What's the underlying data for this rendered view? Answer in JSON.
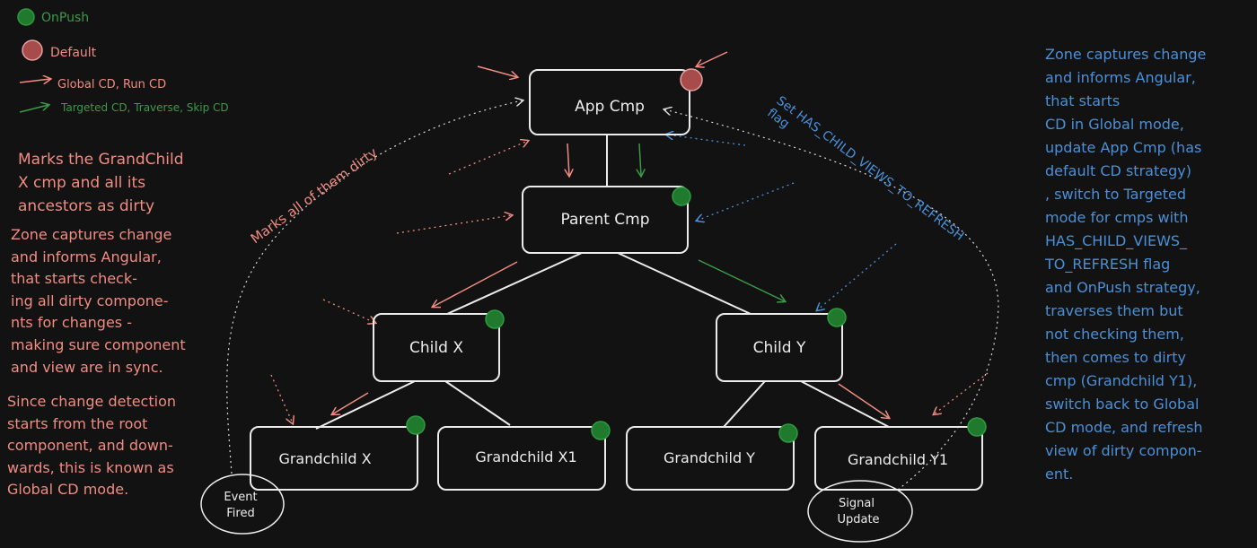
{
  "legend": {
    "onpush": {
      "label": "OnPush",
      "color": "#1f7a2e"
    },
    "default": {
      "label": "Default",
      "color": "#a84b4b"
    },
    "global": {
      "label": "Global CD, Run CD",
      "color": "#f08c82"
    },
    "targeted": {
      "label": "Targeted CD, Traverse, Skip CD",
      "color": "#3c9a4a"
    }
  },
  "nodes": {
    "app": "App Cmp",
    "parent": "Parent Cmp",
    "child_x": "Child X",
    "child_y": "Child Y",
    "gc_x": "Grandchild X",
    "gc_x1": "Grandchild X1",
    "gc_y": "Grandchild Y",
    "gc_y1": "Grandchild Y1"
  },
  "events": {
    "event_fired": "Event\nFired",
    "signal_update": "Signal\nUpdate"
  },
  "annotations": {
    "marks_dirty": "Marks all of them dirty",
    "set_flag": "Set HAS_CHILD_VIEWS_TO_REFRESH\nflag"
  },
  "left_notes": {
    "note1": "Marks the GrandChild\nX cmp and all its\nancestors as dirty",
    "note2": "Zone captures change\nand informs Angular,\nthat starts check-\ning all dirty compone-\nnts for changes -\nmaking sure component\nand view are in sync.",
    "note3": "Since change detection\nstarts from the root\ncomponent, and down-\nwards, this is known as\nGlobal CD mode."
  },
  "right_note": "Zone captures change\nand informs Angular,\nthat starts\nCD in Global mode,\nupdate App Cmp (has\ndefault CD strategy)\n, switch to Targeted\nmode for cmps with\nHAS_CHILD_VIEWS_\nTO_REFRESH flag\nand OnPush strategy,\ntraverses them but\nnot checking them,\nthen comes to dirty\ncmp (Grandchild Y1),\nswitch back to Global\nCD mode, and refresh\nview of dirty compon-\nent.",
  "colors": {
    "background": "#121212",
    "node_border": "#ececec",
    "red": "#f08c82",
    "green": "#3c9a4a",
    "blue": "#4a90d9",
    "onpush_fill": "#1f7a2e",
    "default_fill": "#a84b4b"
  }
}
